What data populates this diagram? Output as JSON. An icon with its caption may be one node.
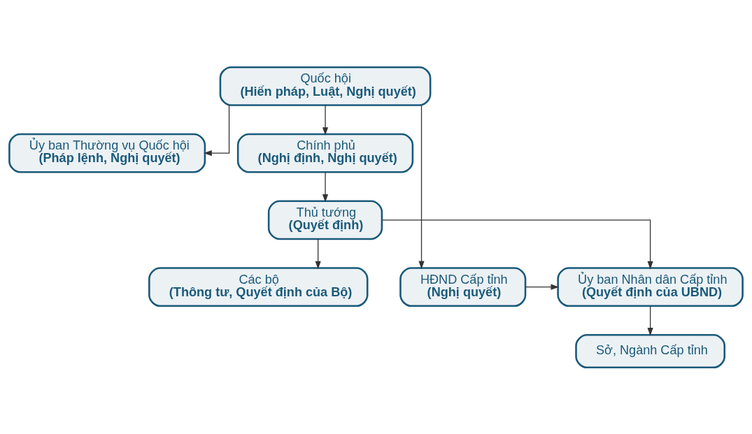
{
  "diagram": {
    "nodes": [
      {
        "text": [
          "Quốc hội",
          "(Hiến pháp, Luật, Nghị quyết)"
        ]
      },
      {
        "text": [
          "Ủy ban Thường vụ Quốc hội",
          "(Pháp lệnh, Nghị quyết)"
        ]
      },
      {
        "text": [
          "Chính phủ",
          "(Nghị định, Nghị quyết)"
        ]
      },
      {
        "text": [
          "Thủ tướng",
          "(Quyết định)"
        ]
      },
      {
        "text": [
          "Các bộ",
          "(Thông tư, Quyết định của Bộ)"
        ]
      },
      {
        "text": [
          "Ủy ban Nhân dân Cấp tỉnh",
          "(Quyết định của UBND)"
        ]
      },
      {
        "text": [
          "HĐND Cấp tỉnh",
          "(Nghị quyết)"
        ]
      },
      {
        "text": [
          "Sở, Ngành Cấp tỉnh"
        ]
      }
    ],
    "edges": [
      {
        "from": 0,
        "to": 1,
        "arrow": "to"
      },
      {
        "from": 0,
        "to": 2,
        "arrow": "to"
      },
      {
        "from": 0,
        "to": 6,
        "arrow": "to"
      },
      {
        "from": 2,
        "to": 3,
        "arrow": "to"
      },
      {
        "from": 3,
        "to": 4,
        "arrow": "to"
      },
      {
        "from": 3,
        "to": 5,
        "arrow": "to"
      },
      {
        "from": 6,
        "to": 5,
        "arrow": "to"
      },
      {
        "from": 5,
        "to": 7,
        "arrow": "to"
      }
    ]
  }
}
